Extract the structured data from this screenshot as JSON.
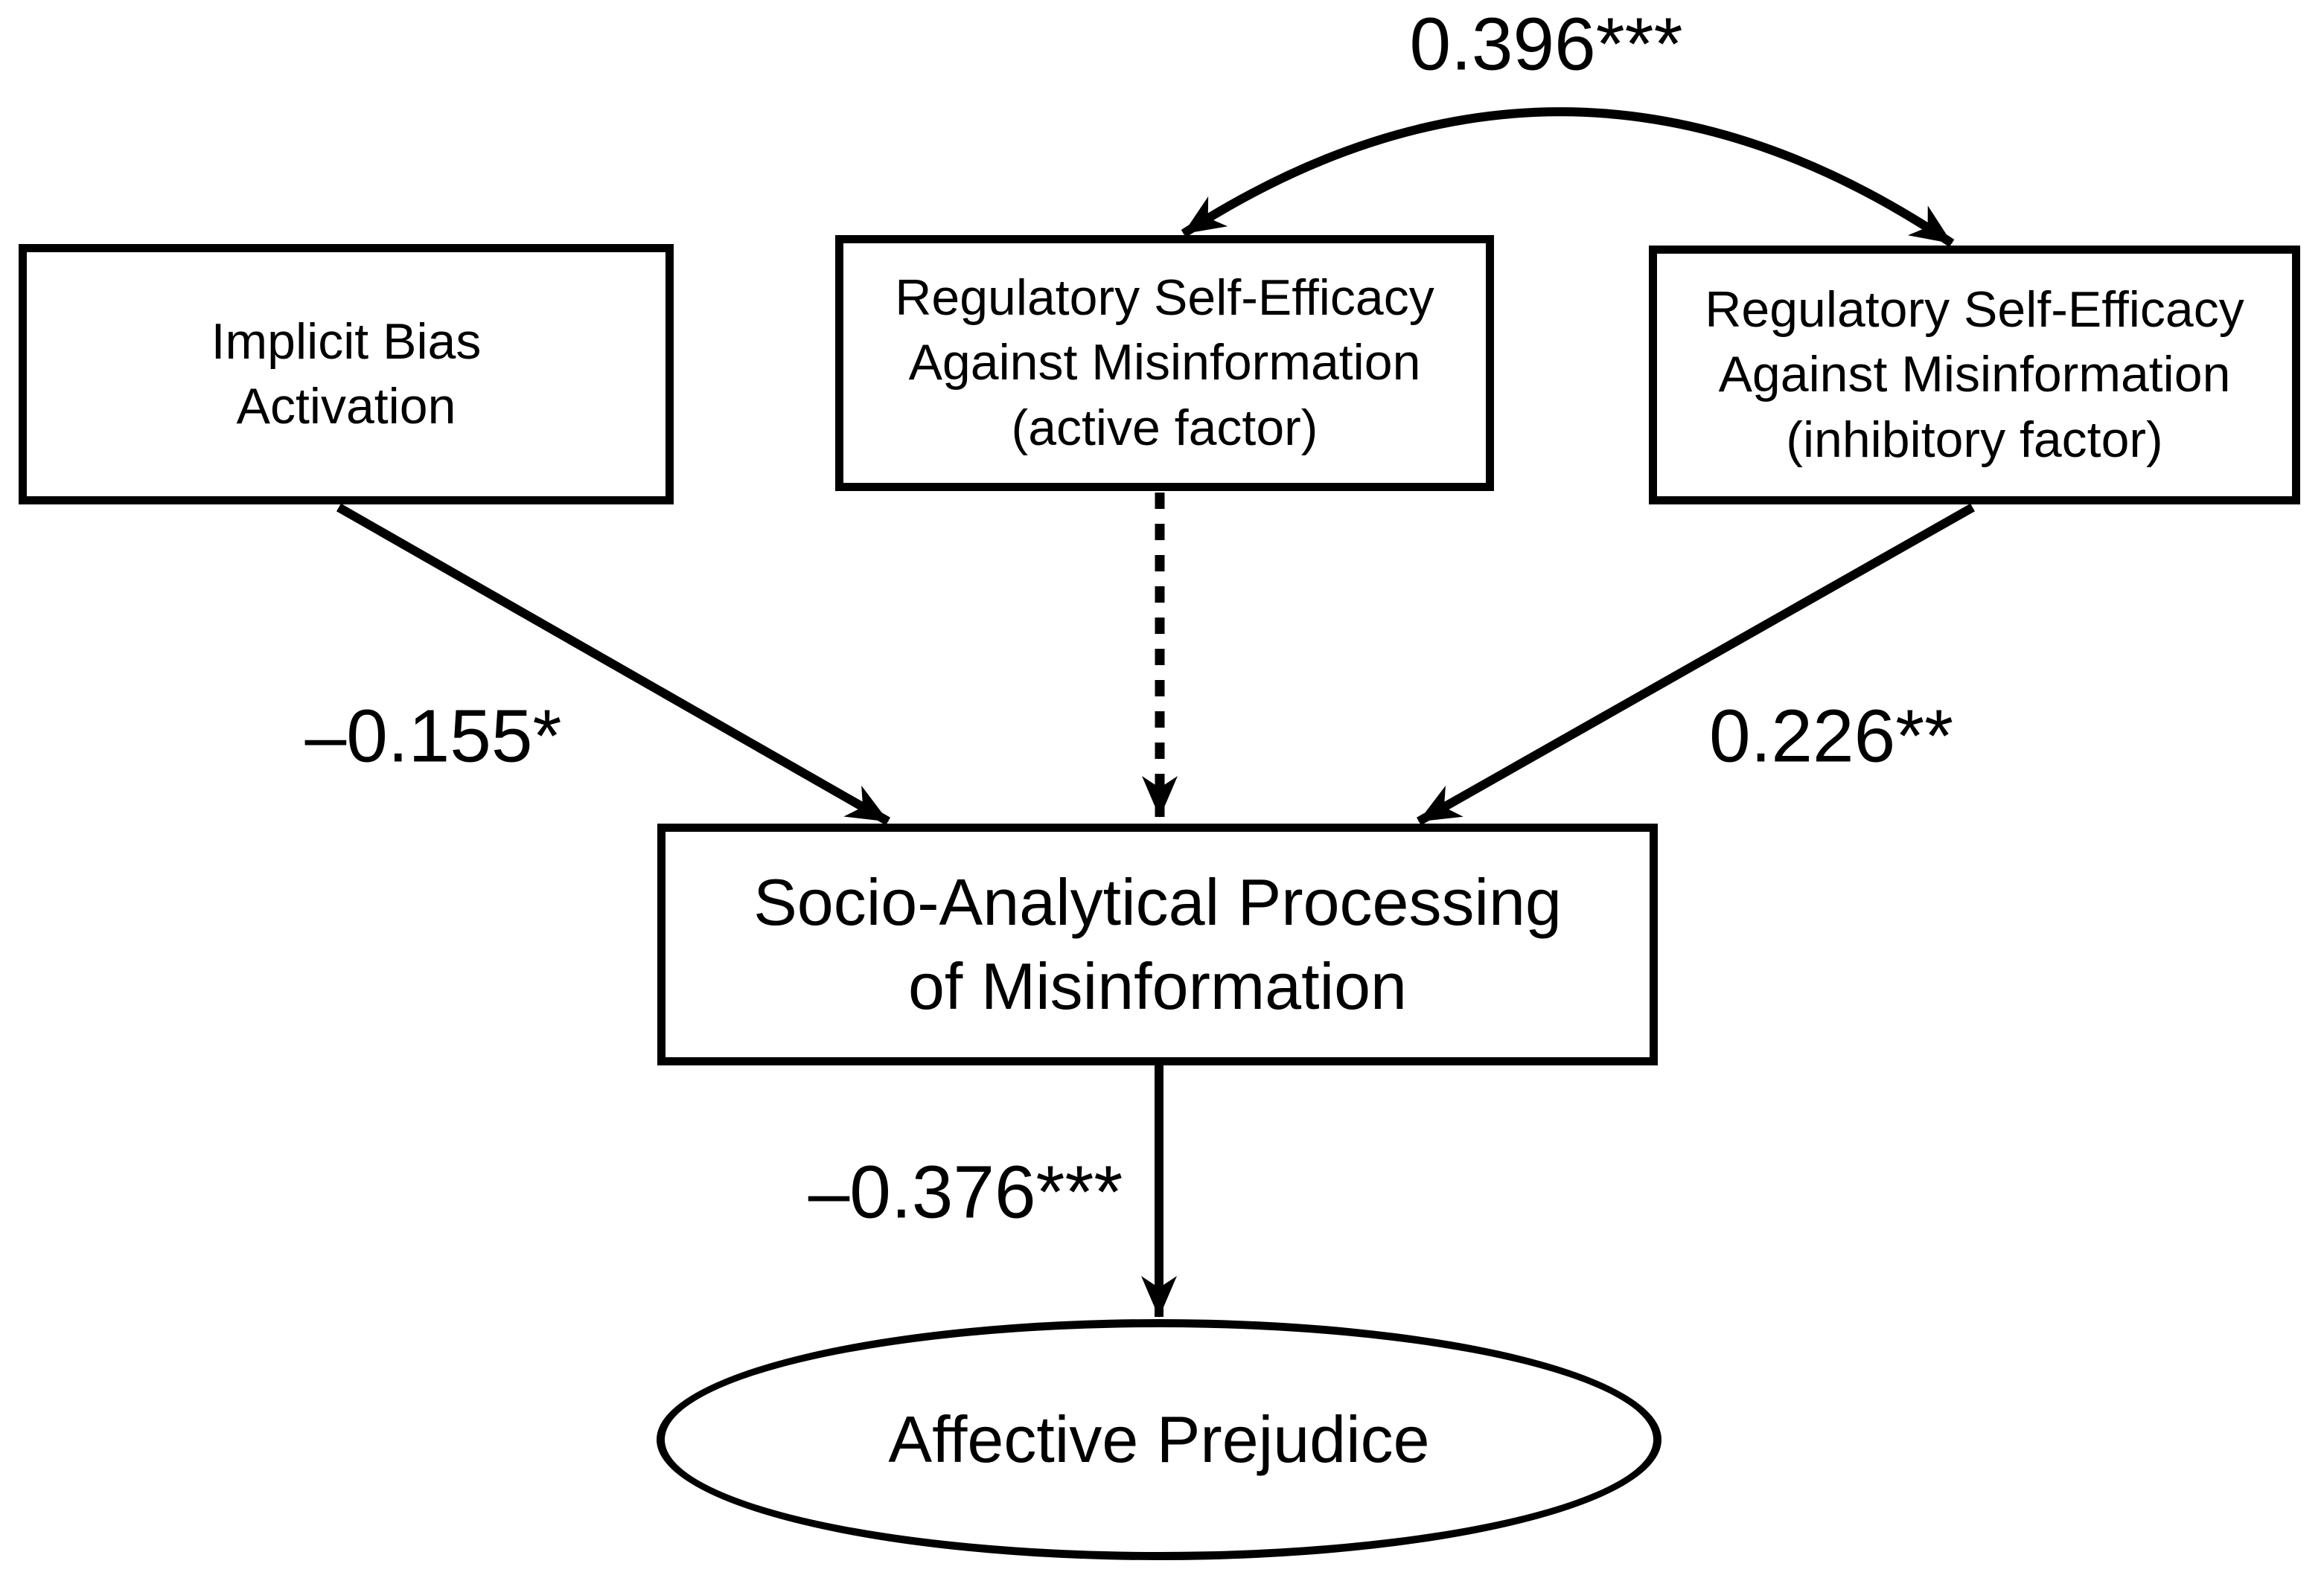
{
  "figure": {
    "type": "path-model-diagram",
    "background_color": "#ffffff",
    "line_color": "#000000",
    "nodes": [
      {
        "id": "implicit-bias",
        "shape": "rectangle",
        "label": "Implicit Bias\nActivation"
      },
      {
        "id": "rse-active",
        "shape": "rectangle",
        "label": "Regulatory Self-Efficacy\nAgainst Misinformation\n(active factor)"
      },
      {
        "id": "rse-inhibitory",
        "shape": "rectangle",
        "label": "Regulatory Self-Efficacy\nAgainst Misinformation\n(inhibitory factor)"
      },
      {
        "id": "socio-analytical-processing",
        "shape": "rectangle",
        "label": "Socio-Analytical Processing\nof Misinformation"
      },
      {
        "id": "affective-prejudice",
        "shape": "ellipse",
        "label": "Affective Prejudice"
      }
    ],
    "edges": [
      {
        "id": "covariance-rse-active-inhibitory",
        "from": "rse-active",
        "to": "rse-inhibitory",
        "type": "curved-double-headed",
        "style": "solid",
        "label": "0.396***"
      },
      {
        "id": "implicit-bias-to-processing",
        "from": "implicit-bias",
        "to": "socio-analytical-processing",
        "type": "straight",
        "style": "solid",
        "label": "–0.155*"
      },
      {
        "id": "active-factor-to-processing",
        "from": "rse-active",
        "to": "socio-analytical-processing",
        "type": "straight",
        "style": "dotted",
        "label": ""
      },
      {
        "id": "inhibitory-factor-to-processing",
        "from": "rse-inhibitory",
        "to": "socio-analytical-processing",
        "type": "straight",
        "style": "solid",
        "label": "0.226**"
      },
      {
        "id": "processing-to-prejudice",
        "from": "socio-analytical-processing",
        "to": "affective-prejudice",
        "type": "straight",
        "style": "solid",
        "label": "–0.376***"
      }
    ]
  }
}
